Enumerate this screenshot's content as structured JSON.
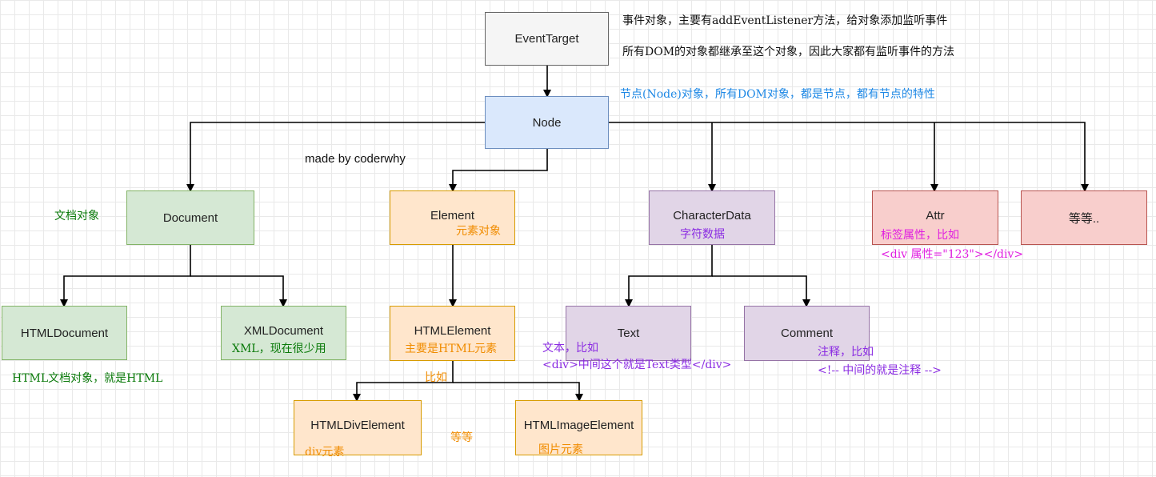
{
  "colors": {
    "note_black": "#111111",
    "note_blue": "#1e88e5",
    "note_green": "#0a7a0a",
    "note_orange": "#f08c00",
    "note_purple": "#8a2be2",
    "note_magenta": "#e01ee0"
  },
  "nodes": {
    "event_target": "EventTarget",
    "node": "Node",
    "document": "Document",
    "element": "Element",
    "character_data": "CharacterData",
    "attr": "Attr",
    "etc": "等等..",
    "html_document": "HTMLDocument",
    "xml_document": "XMLDocument",
    "html_element": "HTMLElement",
    "text": "Text",
    "comment": "Comment",
    "html_div_element": "HTMLDivElement",
    "html_image_element": "HTMLImageElement"
  },
  "notes": {
    "event_target_line1": "事件对象，主要有addEventListener方法，给对象添加监听事件",
    "event_target_line2": "所有DOM的对象都继承至这个对象，因此大家都有监听事件的方法",
    "node_desc": "节点(Node)对象，所有DOM对象，都是节点，都有节点的特性",
    "made_by": "made by coderwhy",
    "document_desc": "文档对象",
    "element_desc": "元素对象",
    "character_data_desc": "字符数据",
    "attr_desc_line1": "标签属性，比如",
    "attr_desc_line2": "<div 属性=\"123\"></div>",
    "xml_desc": "XML，现在很少用",
    "html_document_desc": "HTML文档对象，就是HTML",
    "html_element_desc": "主要是HTML元素",
    "text_desc_line1": "文本，比如",
    "text_desc_line2": "<div>中间这个就是Text类型</div>",
    "comment_desc_line1": "注释，比如",
    "comment_desc_line2": "<!-- 中间的就是注释 -->",
    "for_example": "比如",
    "div_desc": "div元素",
    "etc_children": "等等",
    "image_desc": "图片元素"
  }
}
